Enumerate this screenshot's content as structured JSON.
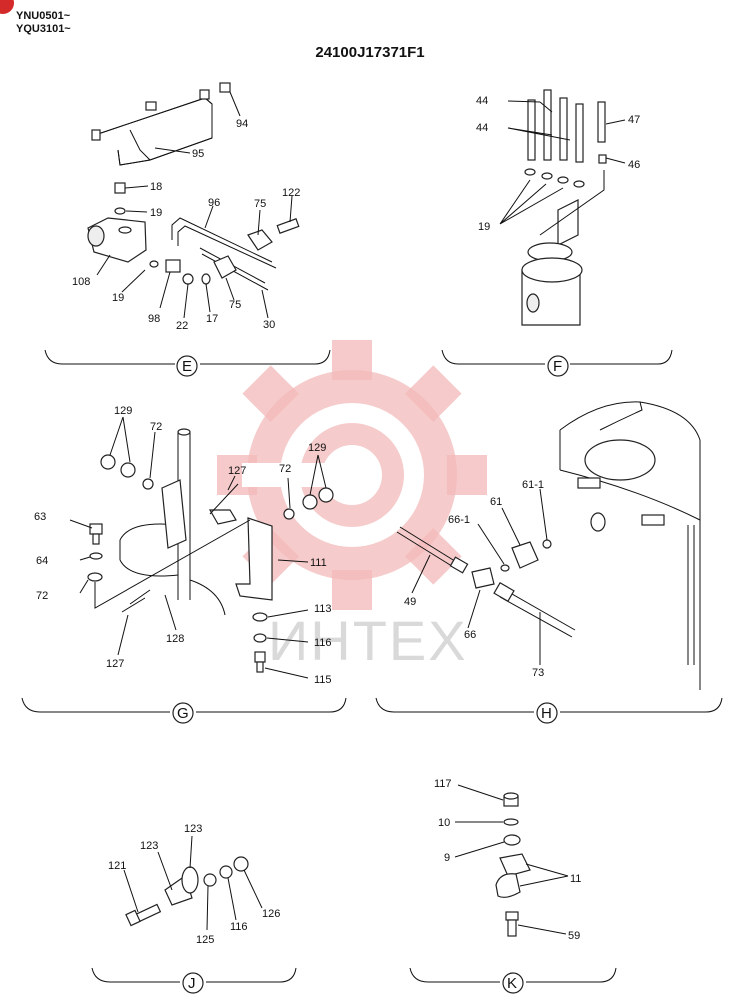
{
  "header": {
    "serial_1": "YNU0501~",
    "serial_2": "YQU3101~",
    "part_number": "24100J17371F1"
  },
  "watermark": {
    "text": "ИНТЕХ",
    "color": "#f3b9b9"
  },
  "sections": {
    "E": "E",
    "F": "F",
    "G": "G",
    "H": "H",
    "J": "J",
    "K": "K"
  },
  "labels": {
    "E": [
      "94",
      "95",
      "18",
      "19",
      "96",
      "75",
      "122",
      "108",
      "19",
      "98",
      "22",
      "17",
      "75",
      "30"
    ],
    "F": [
      "44",
      "44",
      "47",
      "46",
      "19"
    ],
    "G": [
      "129",
      "72",
      "127",
      "72",
      "129",
      "63",
      "64",
      "72",
      "111",
      "113",
      "116",
      "115",
      "127",
      "128"
    ],
    "H": [
      "61-1",
      "61",
      "66-1",
      "49",
      "66",
      "73"
    ],
    "J": [
      "123",
      "123",
      "121",
      "125",
      "116",
      "126"
    ],
    "K": [
      "117",
      "10",
      "9",
      "11",
      "59"
    ]
  }
}
